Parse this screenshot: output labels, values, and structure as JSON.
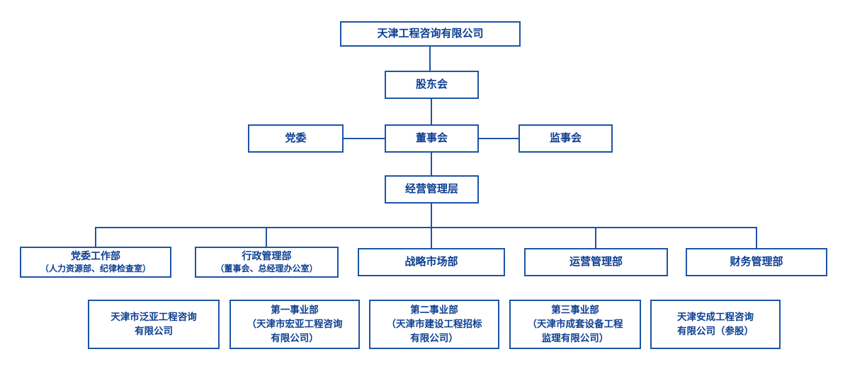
{
  "colors": {
    "border": "#1d54a7",
    "text": "#0d3e92",
    "line": "#1d54a7",
    "background": "#ffffff"
  },
  "nodes": {
    "root": {
      "label": "天津工程咨询有限公司"
    },
    "shareholders": {
      "label": "股东会"
    },
    "party_committee": {
      "label": "党委"
    },
    "board": {
      "label": "董事会"
    },
    "supervisory_board": {
      "label": "监事会"
    },
    "management": {
      "label": "经营管理层"
    },
    "departments": [
      {
        "line1": "党委工作部",
        "line2": "（人力资源部、纪律检查室）"
      },
      {
        "line1": "行政管理部",
        "line2": "（董事会、总经理办公室）"
      },
      {
        "line1": "战略市场部",
        "line2": ""
      },
      {
        "line1": "运营管理部",
        "line2": ""
      },
      {
        "line1": "财务管理部",
        "line2": ""
      }
    ],
    "subsidiaries": [
      {
        "line1": "天津市泛亚工程咨询",
        "line2": "有限公司",
        "line3": ""
      },
      {
        "line1": "第一事业部",
        "line2": "（天津市宏亚工程咨询",
        "line3": "有限公司）"
      },
      {
        "line1": "第二事业部",
        "line2": "（天津市建设工程招标",
        "line3": "有限公司）"
      },
      {
        "line1": "第三事业部",
        "line2": "（天津市成套设备工程",
        "line3": "监理有限公司）"
      },
      {
        "line1": "天津安成工程咨询",
        "line2": "有限公司（参股）",
        "line3": ""
      }
    ]
  }
}
